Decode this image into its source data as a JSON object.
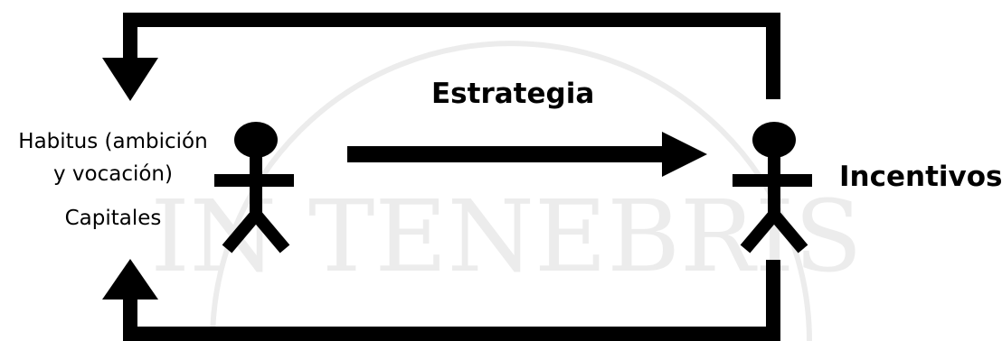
{
  "labels": {
    "habitus_line1": "Habitus (ambición",
    "habitus_line2": "y vocación)",
    "capitales": "Capitales",
    "estrategia": "Estrategia",
    "incentivos": "Incentivos"
  },
  "watermark": {
    "text": "IN TENEBRIS",
    "color": "#e6e6e6"
  },
  "colors": {
    "stroke": "#000000",
    "background": "#ffffff"
  }
}
